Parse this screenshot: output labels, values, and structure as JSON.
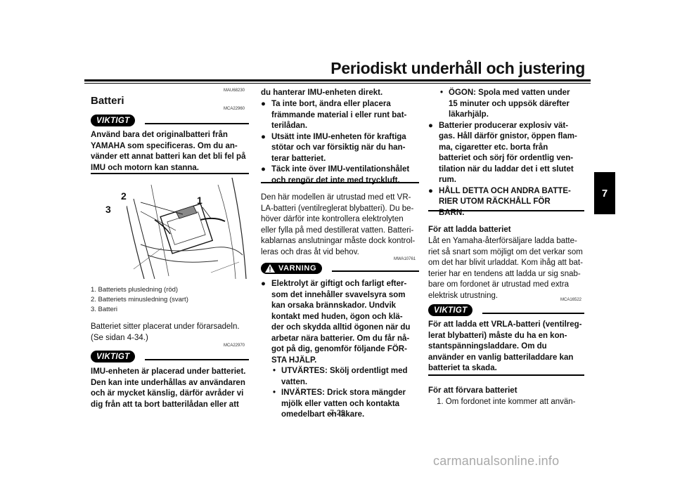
{
  "header": {
    "title": "Periodiskt underhåll och justering"
  },
  "tab": {
    "label": "7"
  },
  "page_number": "7-29",
  "watermark": "carmanualsonline.info",
  "col1": {
    "code1": "MAU68230",
    "title": "Batteri",
    "code2": "MCA22960",
    "viktigt1": "VIKTIGT",
    "warn1": [
      "Använd bara det originalbatteri från",
      "YAMAHA som specificeras. Om du an-",
      "vänder ett annat batteri kan det bli fel på",
      "IMU och motorn kan stanna."
    ],
    "figure_labels": [
      "2",
      "3",
      "1"
    ],
    "captions": [
      "1.  Batteriets plusledning (röd)",
      "2.  Batteriets minusledning (svart)",
      "3.  Batteri"
    ],
    "text": [
      "Batteriet sitter placerat under förarsadeln.",
      "(Se sidan 4-34.)"
    ],
    "viktigt2": "VIKTIGT",
    "code3": "MCA22970",
    "warn2": [
      "IMU-enheten är placerad under batteriet.",
      "Den kan inte underhållas av användaren",
      "och är mycket känslig, därför avråder vi",
      "dig från att ta bort batterilådan eller att"
    ]
  },
  "col2": {
    "cont": "du hanterar IMU-enheten direkt.",
    "bullets": [
      [
        "Ta inte bort, ändra eller placera",
        "främmande material i eller runt bat-",
        "terilådan."
      ],
      [
        "Utsätt inte IMU-enheten för kraftiga",
        "stötar och var försiktig när du han-",
        "terar batteriet."
      ],
      [
        "Täck inte över IMU-ventilationshålet",
        "och rengör det inte med tryckluft."
      ]
    ],
    "para": [
      "Den här modellen är utrustad med ett VR-",
      "LA-batteri (ventilreglerat blybatteri). Du be-",
      "höver därför inte kontrollera elektrolyten",
      "eller fylla på med destillerat vatten. Batteri-",
      "kablarnas anslutningar måste dock kontrol-",
      "leras och dras åt vid behov."
    ],
    "varning": "VARNING",
    "code": "MWA10761",
    "warn_lines": [
      "Elektrolyt är giftigt och farligt efter-",
      "som det innehåller svavelsyra som",
      "kan orsaka brännskador. Undvik",
      "kontakt med huden, ögon och klä-",
      "der och skydda alltid ögonen när du",
      "arbetar nära batterier. Om du får nå-",
      "got på dig, genomför följande FÖR-",
      "STA HJÄLP."
    ],
    "sub": [
      [
        "UTVÄRTES: Skölj ordentligt med",
        "vatten."
      ],
      [
        "INVÄRTES: Drick stora mängder",
        "mjölk eller vatten och kontakta",
        "omedelbart en läkare."
      ]
    ]
  },
  "col3": {
    "sub": [
      "ÖGON: Spola med vatten under",
      "15 minuter och uppsök därefter",
      "läkarhjälp."
    ],
    "bullets": [
      [
        "Batterier producerar explosiv vät-",
        "gas. Håll därför gnistor, öppen flam-",
        "ma, cigaretter etc. borta från",
        "batteriet och sörj för ordentlig ven-",
        "tilation när du laddar det i ett slutet",
        "rum."
      ],
      [
        "HÅLL DETTA OCH ANDRA BATTE-",
        "RIER UTOM RÄCKHÅLL FÖR",
        "BARN."
      ]
    ],
    "h1": "För att ladda batteriet",
    "para1": [
      "Låt en Yamaha-återförsäljare ladda batte-",
      "riet så snart som möjligt om det verkar som",
      "om det har blivit urladdat. Kom ihåg att bat-",
      "terier har en tendens att ladda ur sig snab-",
      "bare om fordonet är utrustad med extra",
      "elektrisk utrustning."
    ],
    "viktigt": "VIKTIGT",
    "code": "MCA16522",
    "warn": [
      "För att ladda ett VRLA-batteri (ventilreg-",
      "lerat blybatteri) måste du ha en kon-",
      "stantspänningsladdare.      Om      du",
      "använder en vanlig batteriladdare kan",
      "batteriet ta skada."
    ],
    "h2": "För att förvara batteriet",
    "item1": "1.  Om fordonet inte kommer att använ-"
  }
}
